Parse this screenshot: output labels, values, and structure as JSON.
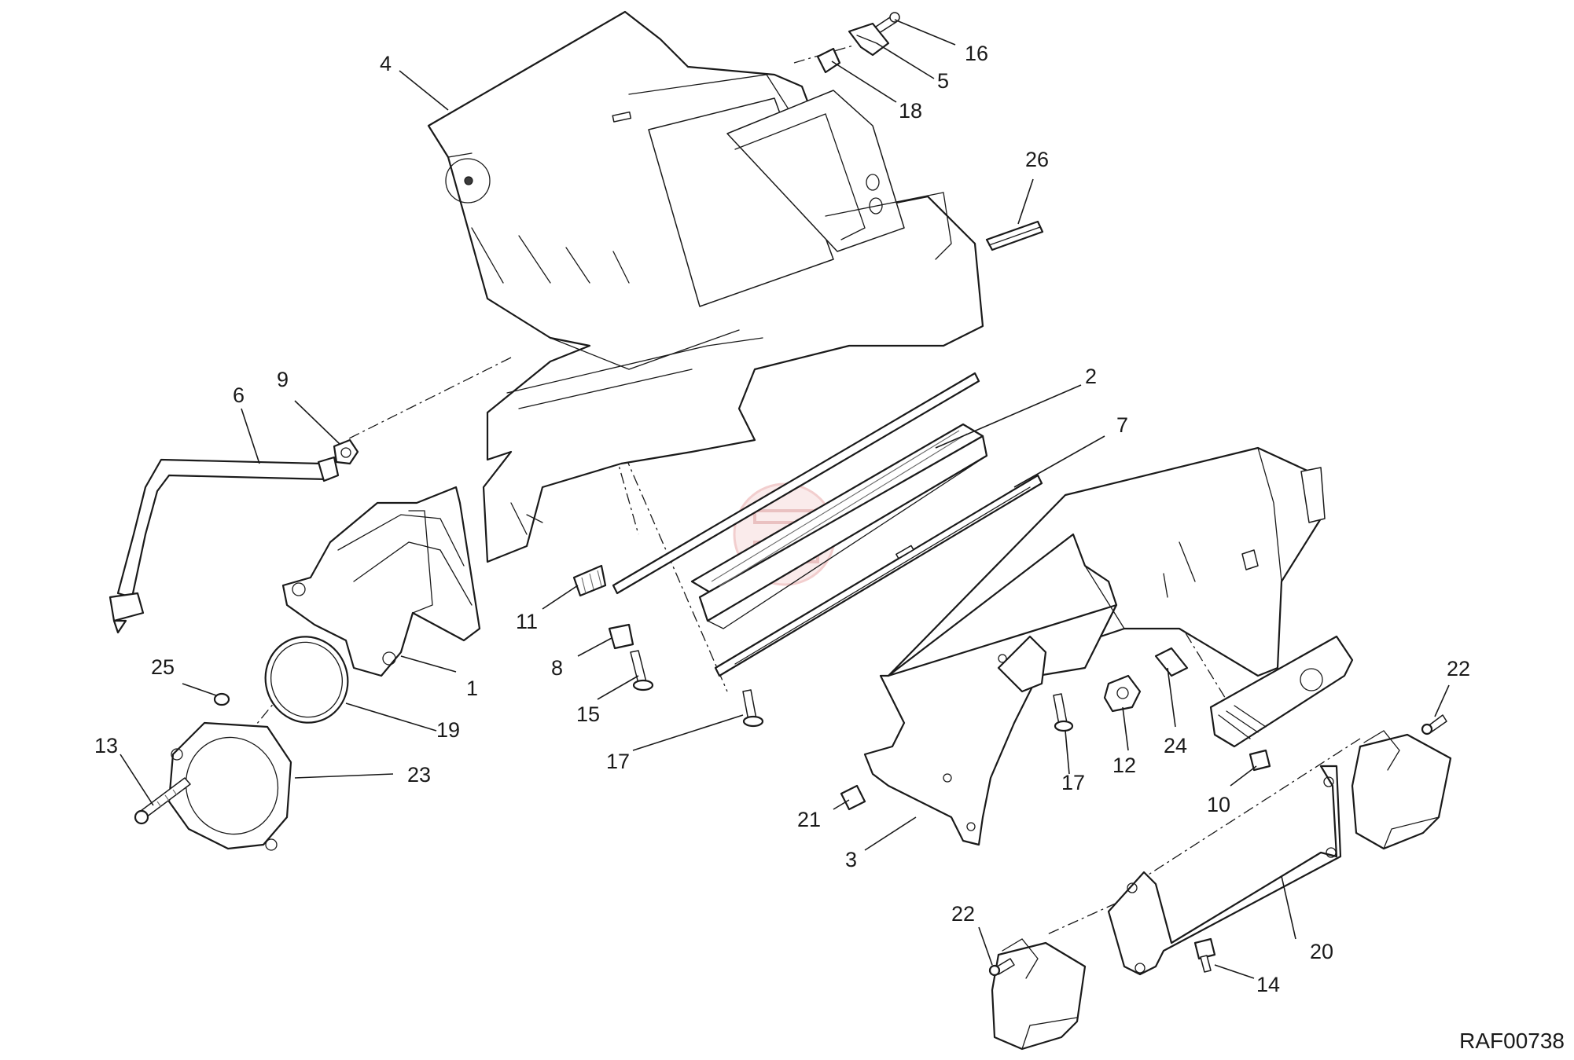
{
  "diagram": {
    "reference_code": "RAF00738",
    "watermark_icon": "brand-logo-watermark",
    "watermark_color": "#e8a7a7",
    "callouts": [
      {
        "label": "1"
      },
      {
        "label": "2"
      },
      {
        "label": "3"
      },
      {
        "label": "4"
      },
      {
        "label": "5"
      },
      {
        "label": "6"
      },
      {
        "label": "7"
      },
      {
        "label": "8"
      },
      {
        "label": "9"
      },
      {
        "label": "10"
      },
      {
        "label": "11"
      },
      {
        "label": "12"
      },
      {
        "label": "13"
      },
      {
        "label": "14"
      },
      {
        "label": "15"
      },
      {
        "label": "16"
      },
      {
        "label": "17"
      },
      {
        "label": "17"
      },
      {
        "label": "18"
      },
      {
        "label": "19"
      },
      {
        "label": "20"
      },
      {
        "label": "21"
      },
      {
        "label": "22"
      },
      {
        "label": "22"
      },
      {
        "label": "23"
      },
      {
        "label": "24"
      },
      {
        "label": "25"
      },
      {
        "label": "26"
      }
    ]
  }
}
